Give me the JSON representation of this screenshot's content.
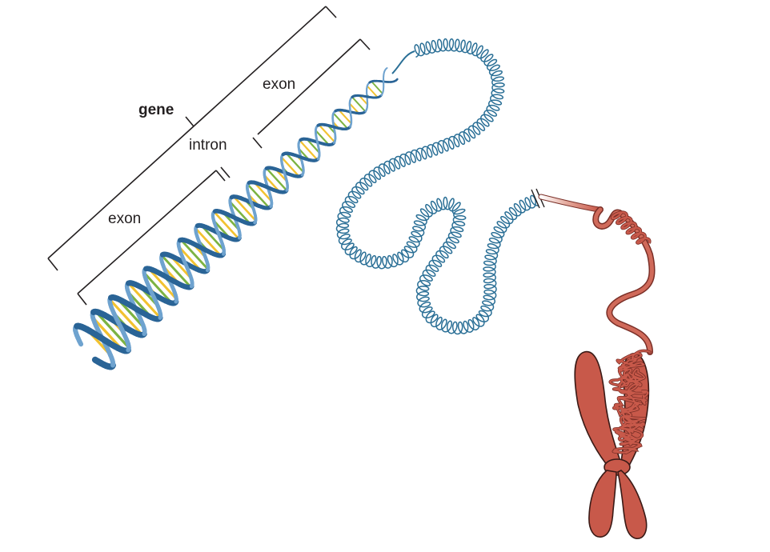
{
  "labels": {
    "gene": "gene",
    "intron": "intron",
    "exon_upper": "exon",
    "exon_lower": "exon"
  },
  "colors": {
    "dna_backbone": "#2a6496",
    "dna_backbone_light": "#6fa3cf",
    "base_pair_yellow": "#f2c230",
    "base_pair_green": "#7cb342",
    "coil": "#2a6f96",
    "chromosome": "#c8594a",
    "chromosome_dark": "#7a2f27",
    "bracket": "#231f20"
  }
}
